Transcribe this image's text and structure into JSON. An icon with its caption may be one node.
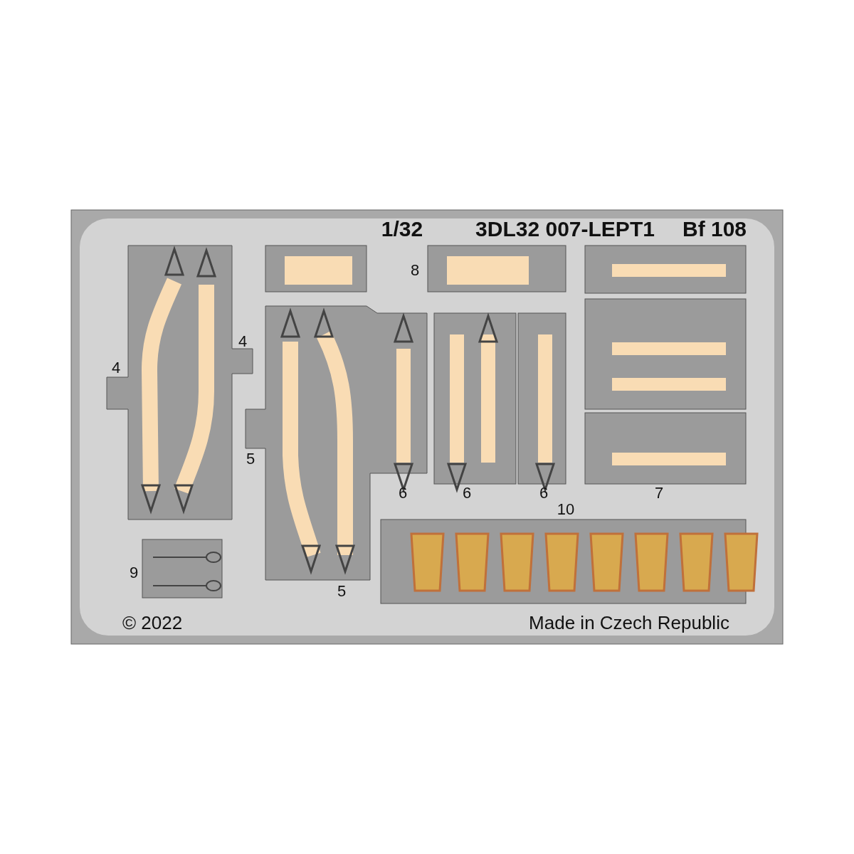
{
  "diagram": {
    "labels": [
      "1/32",
      "3DL32 007-LEPT1",
      "Bf 108",
      "8",
      "4",
      "4",
      "5",
      "6",
      "6",
      "6",
      "7",
      "10",
      "9",
      "5",
      "© 2022",
      "Made in Czech Republic"
    ]
  }
}
